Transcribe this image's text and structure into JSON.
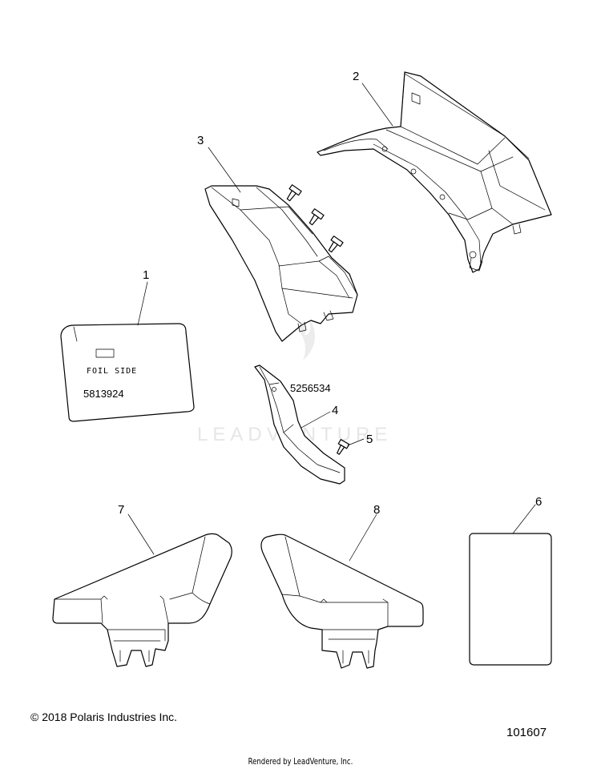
{
  "watermark": "LEADVENTURE",
  "callouts": {
    "c1": "1",
    "c2": "2",
    "c3": "3",
    "c4": "4",
    "c5": "5",
    "c6": "6",
    "c7": "7",
    "c8": "8"
  },
  "part_numbers": {
    "p4": "5256534",
    "p1": "5813924"
  },
  "decal_label": "FOIL SIDE",
  "copyright": "© 2018 Polaris Industries Inc.",
  "diagram_id": "101607",
  "rendered_by": "Rendered by LeadVenture, Inc."
}
